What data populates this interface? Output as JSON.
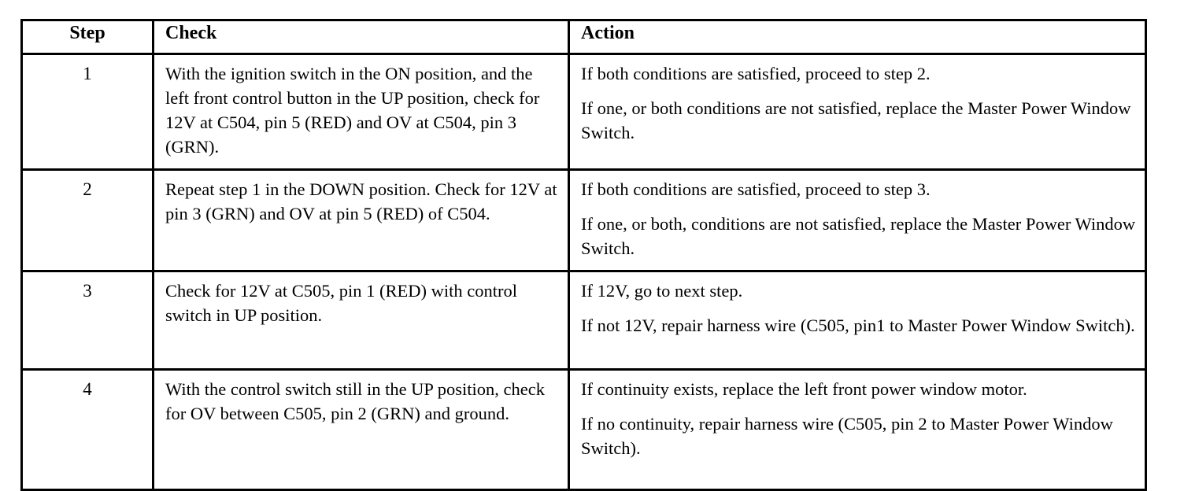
{
  "document": {
    "type": "diagnostic-procedure-table",
    "ink_color": "#000000",
    "paper_color": "#ffffff"
  },
  "table": {
    "headers": {
      "step": "Step",
      "check": "Check",
      "action": "Action"
    },
    "rows": [
      {
        "step": "1",
        "check": [
          "With the ignition switch in the ON position, and the left front control button in the UP position, check for 12V at C504, pin 5 (RED) and OV at C504, pin 3 (GRN)."
        ],
        "action": [
          "If both conditions are satisfied, proceed to step 2.",
          "If one, or both conditions are not satisfied, replace the Master Power Window Switch."
        ]
      },
      {
        "step": "2",
        "check": [
          "Repeat step 1 in the DOWN position. Check for 12V at pin 3 (GRN) and OV at pin 5 (RED) of C504."
        ],
        "action": [
          "If both conditions are satisfied, proceed to step 3.",
          "If one, or both, conditions are not satisfied, replace the Master Power Window Switch."
        ]
      },
      {
        "step": "3",
        "check": [
          "Check for 12V at C505, pin 1 (RED) with control switch in UP position."
        ],
        "action": [
          "If 12V, go to next step.",
          "If not 12V, repair harness wire (C505, pin1 to Master Power Window Switch)."
        ]
      },
      {
        "step": "4",
        "check": [
          "With the control switch still in the UP position, check for OV between C505, pin 2 (GRN) and ground."
        ],
        "action": [
          "If continuity exists, replace the left front power window motor.",
          "If no continuity, repair harness wire (C505, pin 2 to Master Power Window Switch)."
        ]
      }
    ]
  }
}
